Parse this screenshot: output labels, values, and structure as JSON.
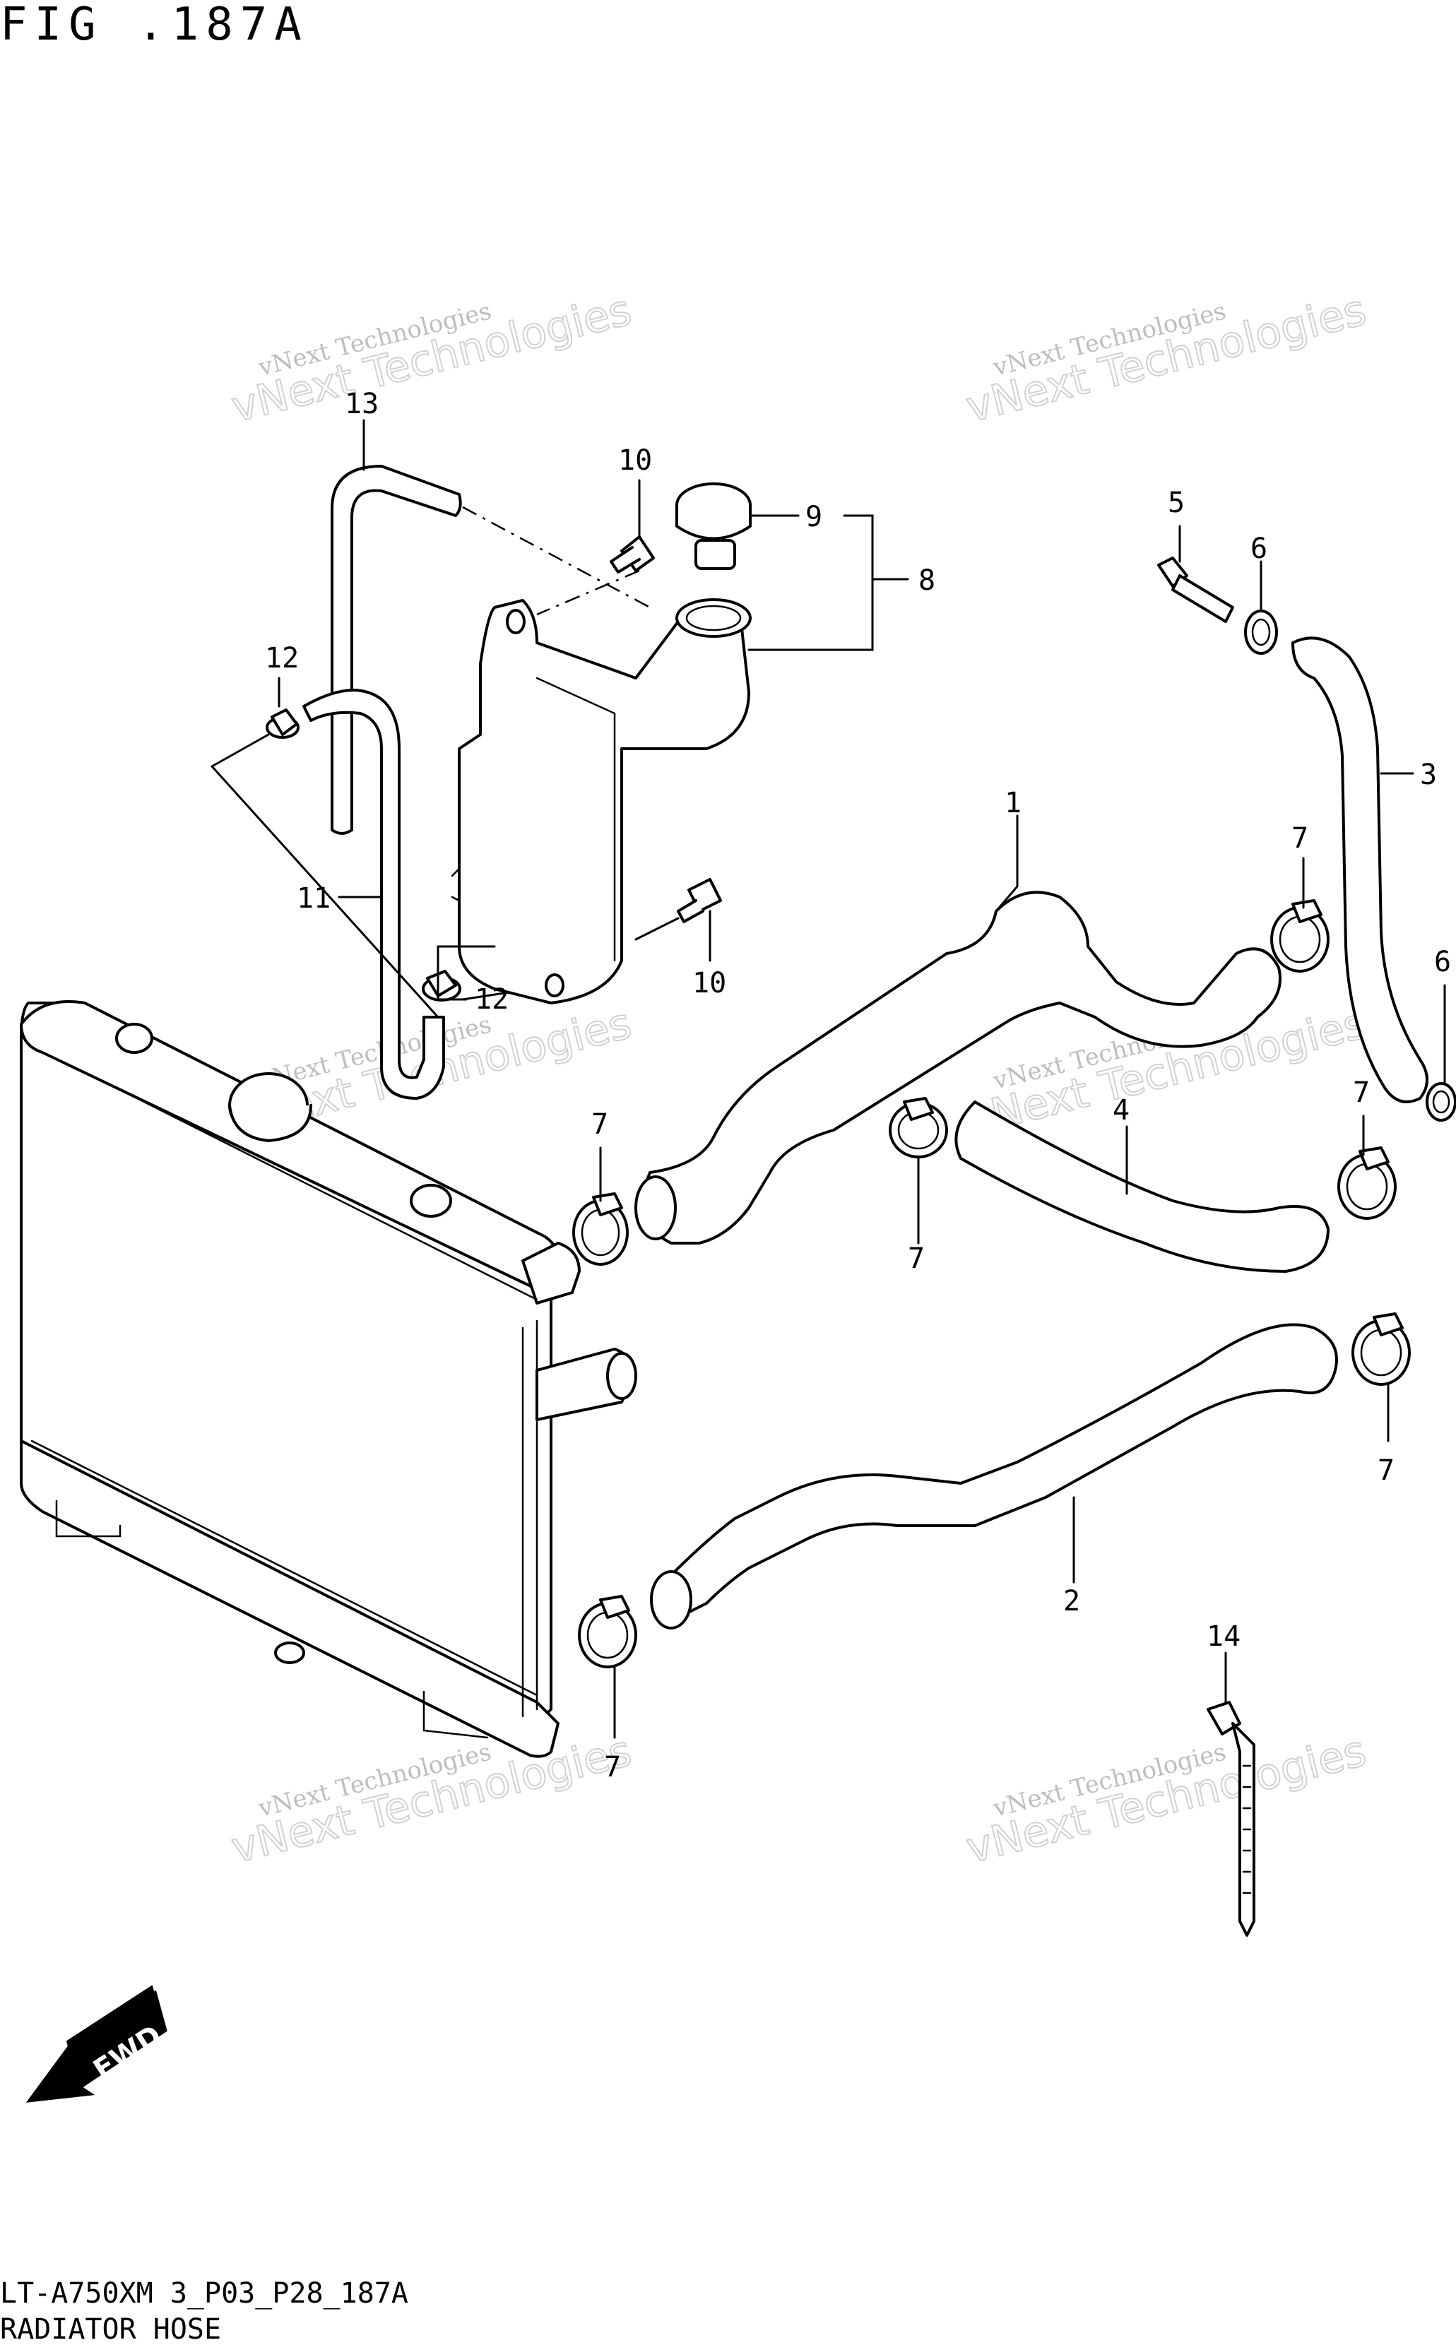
{
  "header": {
    "figure_label": "FIG .187A"
  },
  "footer": {
    "model_code": "LT-A750XM 3_P03_P28_187A",
    "section_name": "RADIATOR HOSE"
  },
  "watermark": {
    "line1": "vNext Technologies",
    "line2": "vNext Technologies"
  },
  "fwd_label": "FWD",
  "callouts": {
    "c1": "1",
    "c2": "2",
    "c3": "3",
    "c4": "4",
    "c5": "5",
    "c6a": "6",
    "c6b": "6",
    "c7a": "7",
    "c7b": "7",
    "c7c": "7",
    "c7d": "7",
    "c7e": "7",
    "c7f": "7",
    "c8": "8",
    "c9": "9",
    "c10a": "10",
    "c10b": "10",
    "c11": "11",
    "c12a": "12",
    "c12b": "12",
    "c13": "13",
    "c14": "14"
  }
}
